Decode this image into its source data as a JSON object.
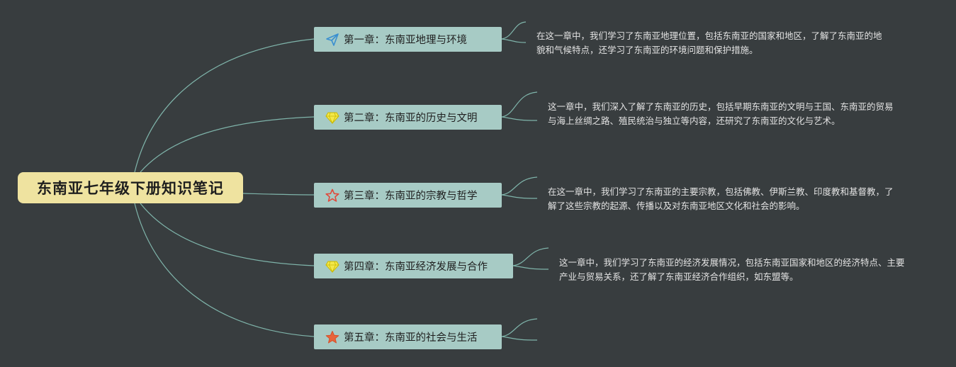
{
  "root": {
    "title": "东南亚七年级下册知识笔记"
  },
  "chapters": [
    {
      "label": "第一章：东南亚地理与环境",
      "icon": "paper-plane-icon",
      "note": "在这一章中，我们学习了东南亚地理位置，包括东南亚的国家和地区，了解了东南亚的地貌和气候特点，还学习了东南亚的环境问题和保护措施。"
    },
    {
      "label": "第二章：东南亚的历史与文明",
      "icon": "diamond-icon",
      "note": "这一章中，我们深入了解了东南亚的历史，包括早期东南亚的文明与王国、东南亚的贸易与海上丝绸之路、殖民统治与独立等内容，还研究了东南亚的文化与艺术。"
    },
    {
      "label": "第三章：东南亚的宗教与哲学",
      "icon": "star-outline-icon",
      "note": "在这一章中，我们学习了东南亚的主要宗教，包括佛教、伊斯兰教、印度教和基督教，了解了这些宗教的起源、传播以及对东南亚地区文化和社会的影响。"
    },
    {
      "label": "第四章：东南亚经济发展与合作",
      "icon": "diamond-icon",
      "note": "这一章中，我们学习了东南亚的经济发展情况，包括东南亚国家和地区的经济特点、主要产业与贸易关系，还了解了东南亚经济合作组织，如东盟等。"
    },
    {
      "label": "第五章：东南亚的社会与生活",
      "icon": "star-filled-icon",
      "note": ""
    }
  ],
  "colors": {
    "background": "#383d3f",
    "root": "#efe3a0",
    "chapter": "#a7cbc5",
    "link": "#7fb4aa"
  }
}
